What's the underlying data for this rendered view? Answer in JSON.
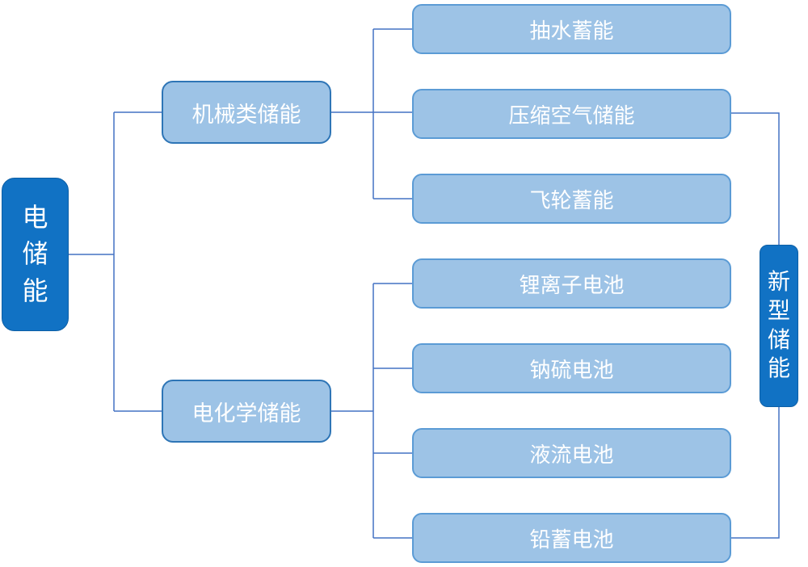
{
  "diagram": {
    "root": {
      "label": "电储能"
    },
    "branches": [
      {
        "label": "机械类储能",
        "children": [
          {
            "label": "抽水蓄能"
          },
          {
            "label": "压缩空气储能"
          },
          {
            "label": "飞轮蓄能"
          }
        ]
      },
      {
        "label": "电化学储能",
        "children": [
          {
            "label": "锂离子电池"
          },
          {
            "label": "钠硫电池"
          },
          {
            "label": "液流电池"
          },
          {
            "label": "铅蓄电池"
          }
        ]
      }
    ],
    "aggregate": {
      "label": "新型储能"
    },
    "colors": {
      "dark_node_fill": "#1172C4",
      "dark_node_border": "#0D5FA6",
      "light_node_fill": "#9DC3E6",
      "light_node_border": "#2E75B6",
      "leaf_border": "#5B9BD5",
      "connector": "#4472C4",
      "node_text": "#FFFFFF"
    }
  }
}
